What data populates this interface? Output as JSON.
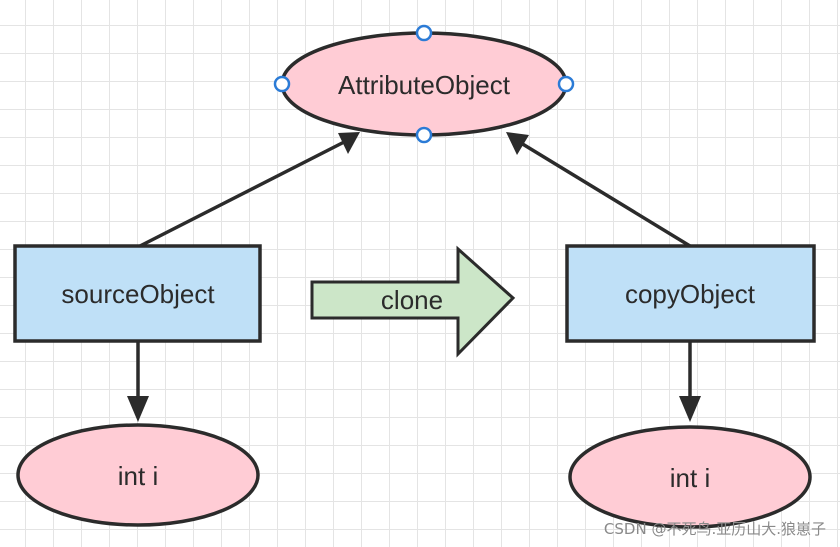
{
  "diagram": {
    "attribute_object": "AttributeObject",
    "source_object": "sourceObject",
    "copy_object": "copyObject",
    "clone_arrow": "clone",
    "source_field": "int i",
    "copy_field": "int i"
  },
  "watermark": "CSDN @不死鸟.亚历山大.狼崽子",
  "colors": {
    "ellipse_fill": "#ffccd5",
    "box_fill": "#bfe0f7",
    "arrow_fill": "#cce6c8",
    "stroke": "#2b2b2b",
    "handle": "#2b7bd6"
  }
}
